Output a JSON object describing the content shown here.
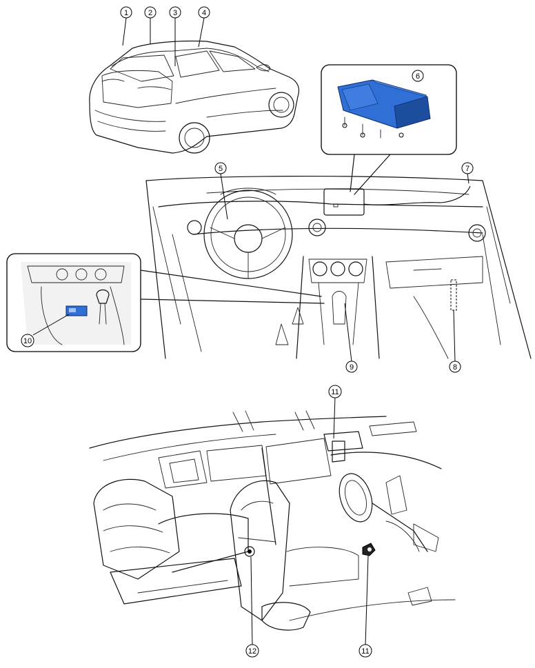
{
  "colors": {
    "line": "#111111",
    "highlight": "#2f6fd6",
    "highlight_dark": "#1d4e9e",
    "inset_bg": "#f2f2f2"
  },
  "callouts": {
    "c1": "1",
    "c2": "2",
    "c3": "3",
    "c4": "4",
    "c5": "5",
    "c6": "6",
    "c7": "7",
    "c8": "8",
    "c9": "9",
    "c10": "10",
    "c11a": "11",
    "c11b": "11",
    "c12": "12"
  }
}
